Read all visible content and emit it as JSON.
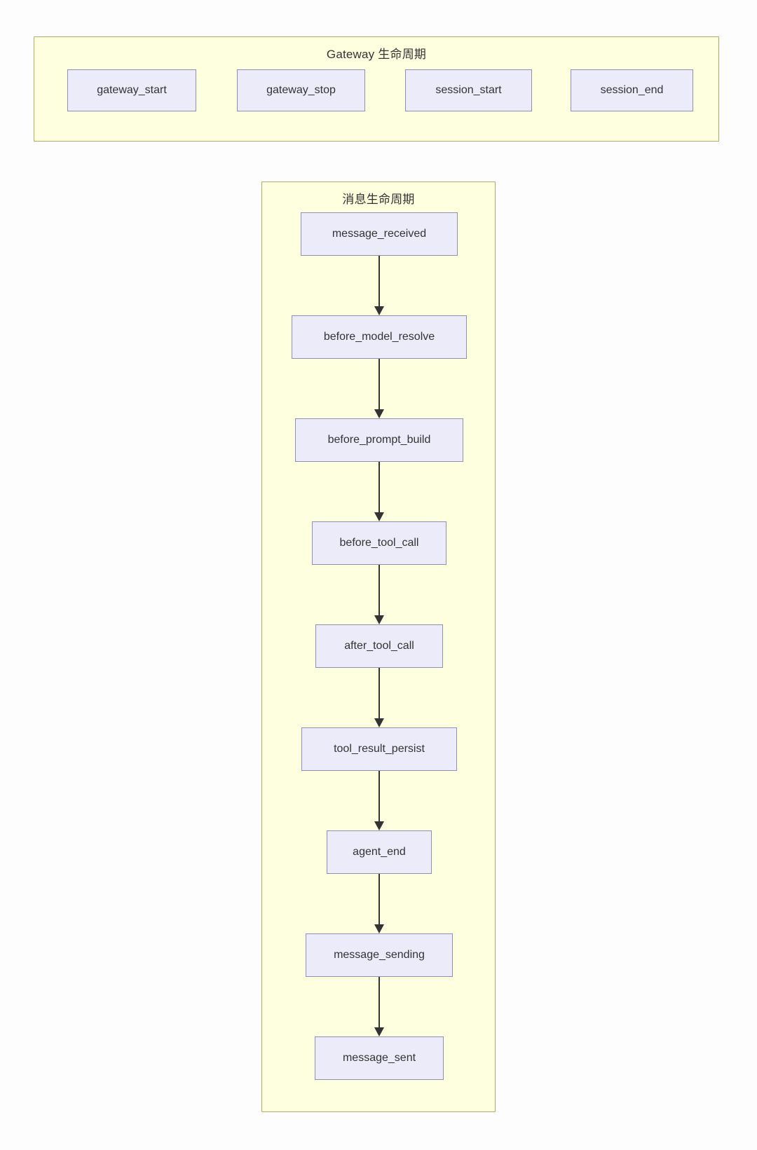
{
  "colors": {
    "canvas_bg": "#fdfdfd",
    "cluster_fill": "#feffde",
    "cluster_border": "#adad68",
    "node_fill": "#ebebfa",
    "node_border": "#8f8fb5",
    "arrow_color": "#333333",
    "text_color": "#333333"
  },
  "gateway": {
    "title": "Gateway 生命周期",
    "nodes": [
      {
        "label": "gateway_start"
      },
      {
        "label": "gateway_stop"
      },
      {
        "label": "session_start"
      },
      {
        "label": "session_end"
      }
    ]
  },
  "message": {
    "title": "消息生命周期",
    "nodes": [
      {
        "label": "message_received"
      },
      {
        "label": "before_model_resolve"
      },
      {
        "label": "before_prompt_build"
      },
      {
        "label": "before_tool_call"
      },
      {
        "label": "after_tool_call"
      },
      {
        "label": "tool_result_persist"
      },
      {
        "label": "agent_end"
      },
      {
        "label": "message_sending"
      },
      {
        "label": "message_sent"
      }
    ],
    "flow": "message_received → before_model_resolve → before_prompt_build → before_tool_call → after_tool_call → tool_result_persist → agent_end → message_sending → message_sent"
  }
}
